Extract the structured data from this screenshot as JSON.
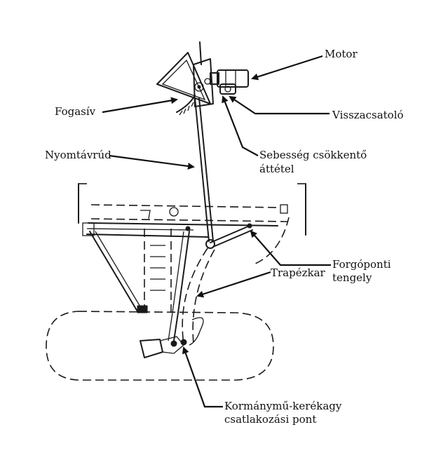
{
  "labels": {
    "motor": "Motor",
    "fogasiv": "Fogasív",
    "visszacsatolo": "Visszacsatoló",
    "nyomtavrud": "Nyomtávrúd",
    "sebesseg_line1": "Sebesség csökkentő",
    "sebesseg_line2": "áttétel",
    "forgoponti_line1": "Forgóponti",
    "forgoponti_line2": "tengely",
    "trapezkar": "Trapézkar",
    "kormanymu_line1": "Kormánymű-kerékagy",
    "kormanymu_line2": "csatlakozási pont"
  }
}
